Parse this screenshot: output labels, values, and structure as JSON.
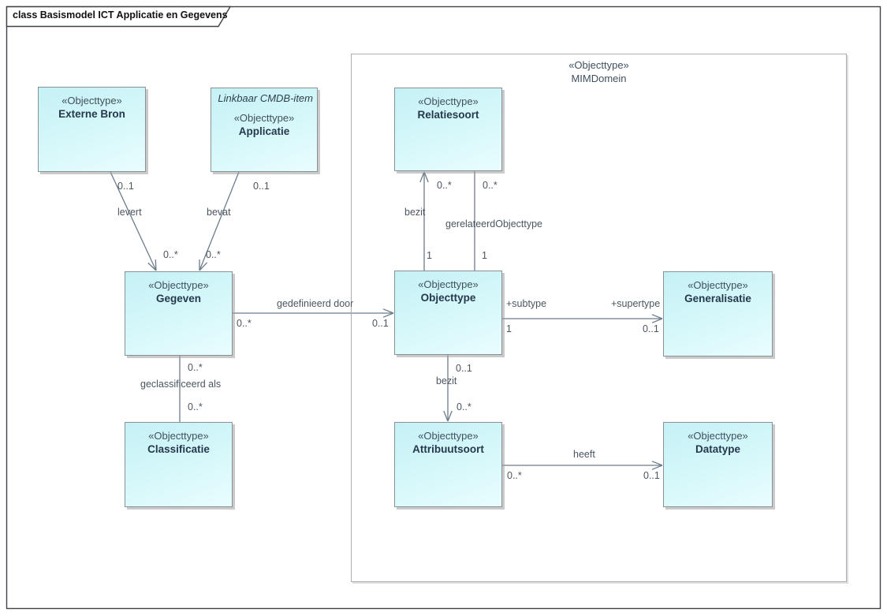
{
  "frame": {
    "title": "class Basismodel ICT Applicatie en Gegevens"
  },
  "colors": {
    "node_fill_top": "#c5f1f6",
    "node_fill_bottom": "#e9fdfe",
    "node_border": "#8a9196",
    "node_shadow": "#9e9e9e",
    "association_line": "#6b7c8c",
    "edge_label_text": "#4b5560",
    "node_title_text": "#25384c",
    "stereotype_text": "#3f505e",
    "frame_border": "#3f4347"
  },
  "diagram": {
    "container": {
      "id": "mimdomein",
      "stereotype": "«Objecttype»",
      "label": "MIMDomein"
    },
    "nodes": [
      {
        "id": "externe-bron",
        "stereotype": "«Objecttype»",
        "label": "Externe Bron"
      },
      {
        "id": "applicatie",
        "note": "Linkbaar CMDB-item",
        "stereotype": "«Objecttype»",
        "label": "Applicatie"
      },
      {
        "id": "gegeven",
        "stereotype": "«Objecttype»",
        "label": "Gegeven"
      },
      {
        "id": "classificatie",
        "stereotype": "«Objecttype»",
        "label": "Classificatie"
      },
      {
        "id": "relatiesoort",
        "stereotype": "«Objecttype»",
        "label": "Relatiesoort"
      },
      {
        "id": "objecttype",
        "stereotype": "«Objecttype»",
        "label": "Objecttype"
      },
      {
        "id": "generalisatie",
        "stereotype": "«Objecttype»",
        "label": "Generalisatie"
      },
      {
        "id": "attribuutsoort",
        "stereotype": "«Objecttype»",
        "label": "Attribuutsoort"
      },
      {
        "id": "datatype",
        "stereotype": "«Objecttype»",
        "label": "Datatype"
      }
    ],
    "edges": [
      {
        "id": "levert",
        "from": "externe-bron",
        "to": "gegeven",
        "name": "levert",
        "source_mult": "0..1",
        "target_mult": "0..*"
      },
      {
        "id": "bevat",
        "from": "applicatie",
        "to": "gegeven",
        "name": "bevat",
        "source_mult": "0..1",
        "target_mult": "0..*"
      },
      {
        "id": "gedefinieerd-door",
        "from": "gegeven",
        "to": "objecttype",
        "name": "gedefinieerd door",
        "source_mult": "0..*",
        "target_mult": "0..1"
      },
      {
        "id": "bezit-relatiesoort",
        "from": "objecttype",
        "to": "relatiesoort",
        "name": "bezit",
        "source_mult": "1",
        "target_mult": "0..*"
      },
      {
        "id": "gerelateerd-objecttype",
        "from": "objecttype",
        "to": "relatiesoort",
        "name": "gerelateerdObjecttype",
        "source_mult": "1",
        "target_mult": "0..*"
      },
      {
        "id": "subtype-supertype",
        "from": "objecttype",
        "to": "generalisatie",
        "source_role": "+subtype",
        "target_role": "+supertype",
        "source_mult": "1",
        "target_mult": "0..1"
      },
      {
        "id": "bezit-attribuutsoort",
        "from": "objecttype",
        "to": "attribuutsoort",
        "name": "bezit",
        "source_mult": "0..1",
        "target_mult": "0..*"
      },
      {
        "id": "heeft",
        "from": "attribuutsoort",
        "to": "datatype",
        "name": "heeft",
        "source_mult": "0..*",
        "target_mult": "0..1"
      },
      {
        "id": "geclassificeerd-als",
        "from": "gegeven",
        "to": "classificatie",
        "name": "geclassificeerd als",
        "source_mult": "0..*",
        "target_mult": "0..*"
      }
    ]
  }
}
